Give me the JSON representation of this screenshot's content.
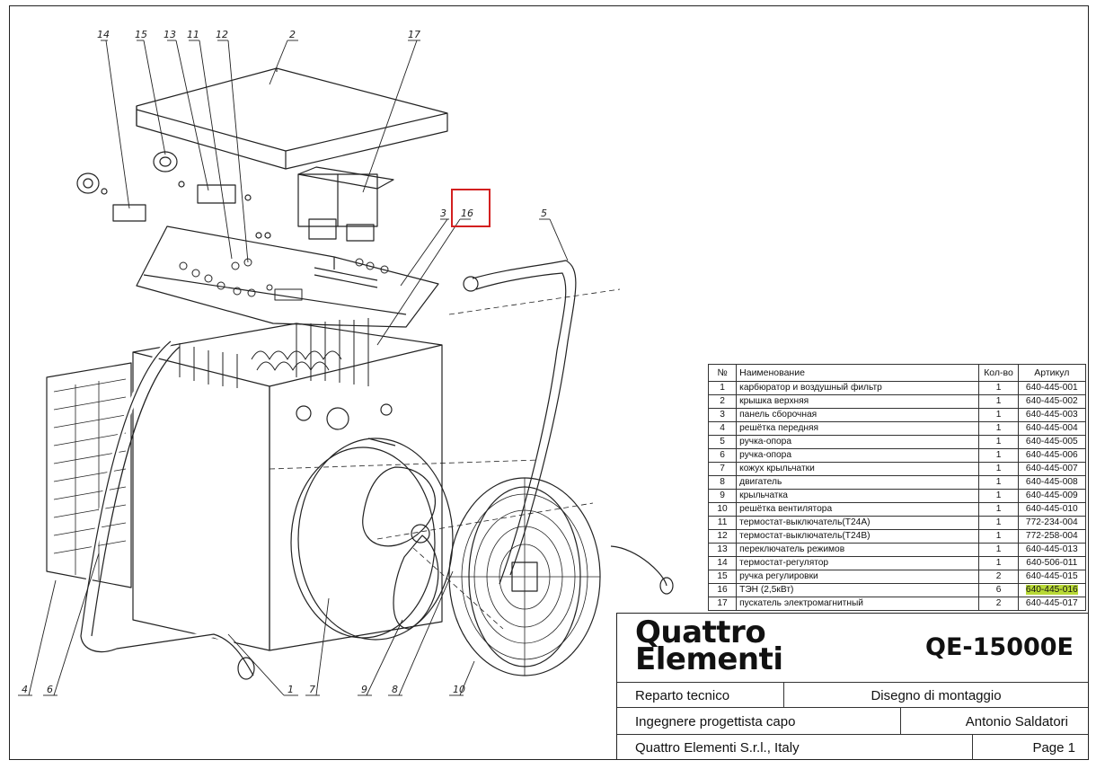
{
  "callouts": [
    "14",
    "15",
    "13",
    "11",
    "12",
    "2",
    "17",
    "3",
    "16",
    "5",
    "4",
    "6",
    "1",
    "7",
    "9",
    "8",
    "10"
  ],
  "table": {
    "headers": {
      "no": "№",
      "name": "Наименование",
      "qty": "Кол-во",
      "article": "Артикул"
    },
    "rows": [
      {
        "no": "1",
        "name": "карбюратор и воздушный фильтр",
        "qty": "1",
        "article": "640-445-001"
      },
      {
        "no": "2",
        "name": "крышка верхняя",
        "qty": "1",
        "article": "640-445-002"
      },
      {
        "no": "3",
        "name": "панель сборочная",
        "qty": "1",
        "article": "640-445-003"
      },
      {
        "no": "4",
        "name": "решётка передняя",
        "qty": "1",
        "article": "640-445-004"
      },
      {
        "no": "5",
        "name": "ручка-опора",
        "qty": "1",
        "article": "640-445-005"
      },
      {
        "no": "6",
        "name": "ручка-опора",
        "qty": "1",
        "article": "640-445-006"
      },
      {
        "no": "7",
        "name": "кожух крыльчатки",
        "qty": "1",
        "article": "640-445-007"
      },
      {
        "no": "8",
        "name": "двигатель",
        "qty": "1",
        "article": "640-445-008"
      },
      {
        "no": "9",
        "name": "крыльчатка",
        "qty": "1",
        "article": "640-445-009"
      },
      {
        "no": "10",
        "name": "решётка вентилятора",
        "qty": "1",
        "article": "640-445-010"
      },
      {
        "no": "11",
        "name": "термостат-выключатель(Т24А)",
        "qty": "1",
        "article": "772-234-004"
      },
      {
        "no": "12",
        "name": "термостат-выключатель(Т24В)",
        "qty": "1",
        "article": "772-258-004"
      },
      {
        "no": "13",
        "name": "переключатель режимов",
        "qty": "1",
        "article": "640-445-013"
      },
      {
        "no": "14",
        "name": "термостат-регулятор",
        "qty": "1",
        "article": "640-506-011"
      },
      {
        "no": "15",
        "name": "ручка регулировки",
        "qty": "2",
        "article": "640-445-015"
      },
      {
        "no": "16",
        "name": "ТЭН (2,5кВт)",
        "qty": "6",
        "article": "640-445-016",
        "highlight": true
      },
      {
        "no": "17",
        "name": "пускатель электромагнитный",
        "qty": "2",
        "article": "640-445-017"
      }
    ]
  },
  "title_block": {
    "logo_line1": "Quattro",
    "logo_line2": "Elementi",
    "model": "QE-15000E",
    "department": "Reparto tecnico",
    "drawing_type": "Disegno di montaggio",
    "role": "Ingegnere progettista capo",
    "engineer": "Antonio Saldatori",
    "company": "Quattro Elementi S.r.l., Italy",
    "page": "Page 1"
  },
  "colors": {
    "highlight_fill": "#b8d936",
    "highlight_box": "#d32020",
    "line": "#222222"
  }
}
